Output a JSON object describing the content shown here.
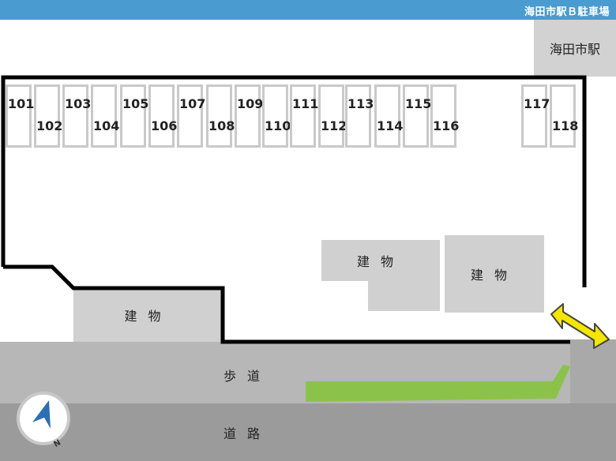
{
  "header": {
    "title": "海田市駅Ｂ駐車場"
  },
  "station": {
    "label": "海田市駅"
  },
  "buildings": [
    {
      "label": "建物"
    },
    {
      "label": "建物"
    },
    {
      "label": "建物"
    }
  ],
  "sidewalk": {
    "label": "歩道"
  },
  "road": {
    "label": "道路"
  },
  "slots": [
    "101",
    "102",
    "103",
    "104",
    "105",
    "106",
    "107",
    "108",
    "109",
    "110",
    "111",
    "112",
    "113",
    "114",
    "115",
    "116",
    "117",
    "118"
  ],
  "compass": {
    "north_label": "N"
  },
  "colors": {
    "header": "#4a9bd0",
    "lot_outline": "#000000",
    "arrow": "#f5e600",
    "grass": "#8bc34a",
    "slot_border": "#c9c9c9"
  }
}
